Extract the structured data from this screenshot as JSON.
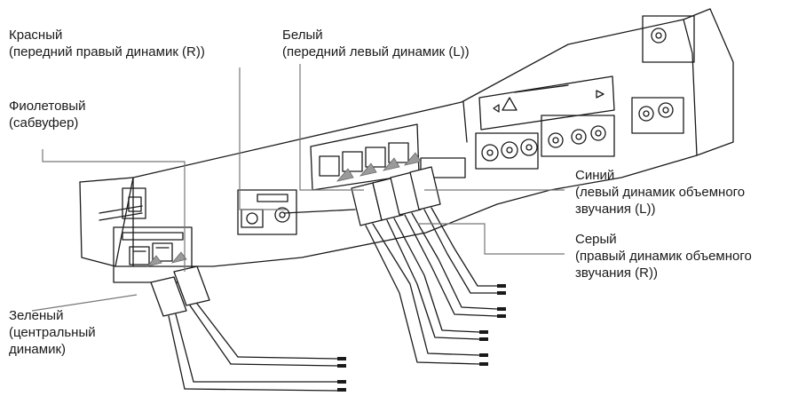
{
  "labels": {
    "red": {
      "name": "Красный",
      "desc": "(передний правый динамик (R))"
    },
    "white": {
      "name": "Белый",
      "desc": "(передний левый динамик (L))"
    },
    "violet": {
      "name": "Фиолетовый",
      "desc": "(сабвуфер)"
    },
    "blue": {
      "name": "Синий",
      "desc": "(левый динамик объемного",
      "desc2": "звучания (L))"
    },
    "gray": {
      "name": "Серый",
      "desc": "(правый динамик объемного",
      "desc2": "звучания (R))"
    },
    "green": {
      "name": "Зеленый",
      "desc": "(центральный",
      "desc2": "динамик)"
    }
  },
  "colors": {
    "line": "#1a1a1a",
    "leader": "#777777",
    "panel": "#ffffff"
  },
  "icons": [
    "warning-triangle-icon",
    "arrow-right-icon",
    "optical-port-icon",
    "rca-jack-icon",
    "speaker-connector-icon"
  ]
}
